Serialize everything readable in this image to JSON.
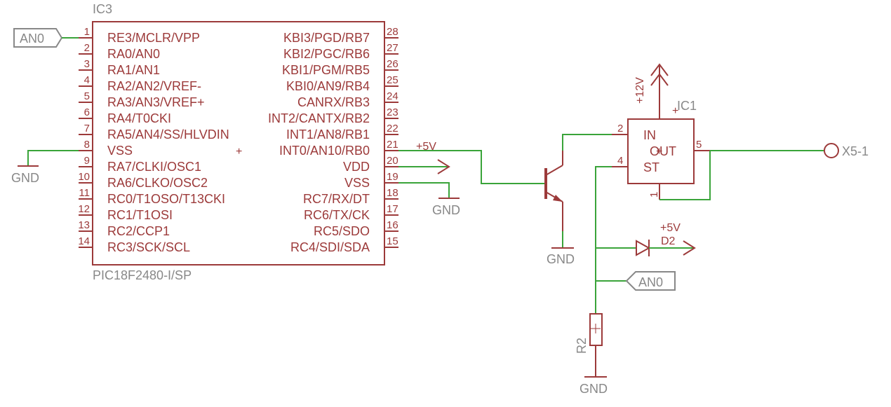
{
  "ic3": {
    "name": "IC3",
    "value": "PIC18F2480-I/SP",
    "left_pins": [
      {
        "num": "1",
        "label": "RE3/MCLR/VPP"
      },
      {
        "num": "2",
        "label": "RA0/AN0"
      },
      {
        "num": "3",
        "label": "RA1/AN1"
      },
      {
        "num": "4",
        "label": "RA2/AN2/VREF-"
      },
      {
        "num": "5",
        "label": "RA3/AN3/VREF+"
      },
      {
        "num": "6",
        "label": "RA4/T0CKI"
      },
      {
        "num": "7",
        "label": "RA5/AN4/SS/HLVDIN"
      },
      {
        "num": "8",
        "label": "VSS"
      },
      {
        "num": "9",
        "label": "RA7/CLKI/OSC1"
      },
      {
        "num": "10",
        "label": "RA6/CLKO/OSC2"
      },
      {
        "num": "11",
        "label": "RC0/T1OSO/T13CKI"
      },
      {
        "num": "12",
        "label": "RC1/T1OSI"
      },
      {
        "num": "13",
        "label": "RC2/CCP1"
      },
      {
        "num": "14",
        "label": "RC3/SCK/SCL"
      }
    ],
    "right_pins": [
      {
        "num": "28",
        "label": "KBI3/PGD/RB7"
      },
      {
        "num": "27",
        "label": "KBI2/PGC/RB6"
      },
      {
        "num": "26",
        "label": "KBI1/PGM/RB5"
      },
      {
        "num": "25",
        "label": "KBI0/AN9/RB4"
      },
      {
        "num": "24",
        "label": "CANRX/RB3"
      },
      {
        "num": "23",
        "label": "INT2/CANTX/RB2"
      },
      {
        "num": "22",
        "label": "INT1/AN8/RB1"
      },
      {
        "num": "21",
        "label": "INT0/AN10/RB0"
      },
      {
        "num": "20",
        "label": "VDD"
      },
      {
        "num": "19",
        "label": "VSS"
      },
      {
        "num": "18",
        "label": "RC7/RX/DT"
      },
      {
        "num": "17",
        "label": "RC6/TX/CK"
      },
      {
        "num": "16",
        "label": "RC5/SDO"
      },
      {
        "num": "15",
        "label": "RC4/SDI/SDA"
      }
    ]
  },
  "ic1": {
    "name": "IC1",
    "pins": {
      "in": "IN",
      "out": "OUT",
      "st": "ST"
    },
    "pin_numbers": {
      "in": "2",
      "st": "4",
      "out": "5",
      "gnd": "1"
    }
  },
  "labels": {
    "an0_port": "AN0",
    "an0_port2": "AN0",
    "gnd_left": "GND",
    "gnd_vss": "GND",
    "gnd_transistor": "GND",
    "gnd_r2": "GND",
    "net_5v_rb0": "+5V",
    "supply_12v": "+12V",
    "supply_5v_d2": "+5V",
    "d2": "D2",
    "r2": "R2",
    "x5": "X5-1"
  }
}
